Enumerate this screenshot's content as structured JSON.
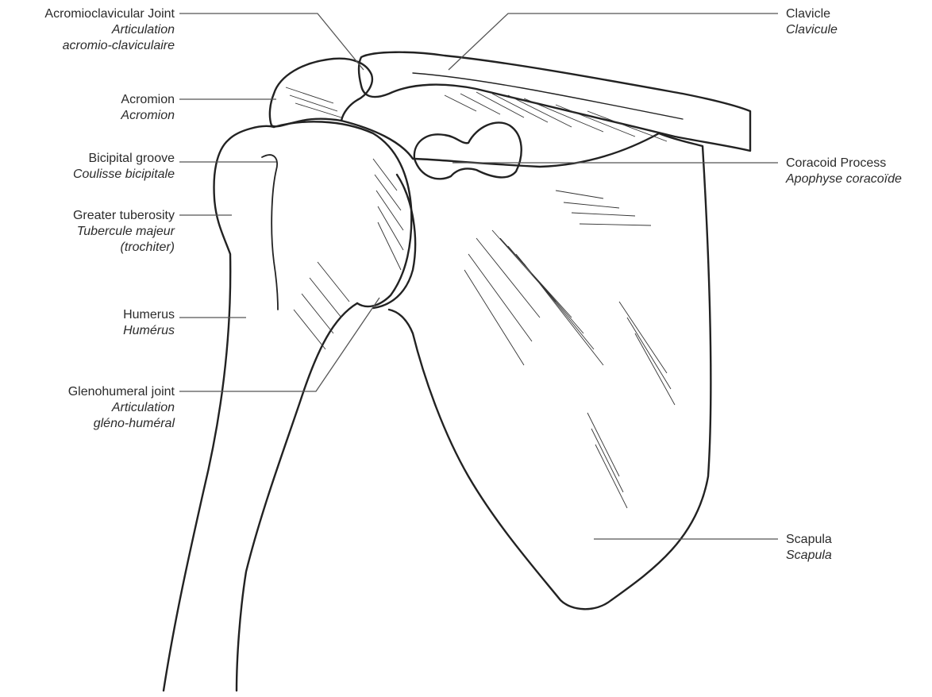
{
  "labels": {
    "acromioclavicular": {
      "en": "Acromioclavicular Joint",
      "fr_line1": "Articulation",
      "fr_line2": "acromio-claviculaire"
    },
    "acromion": {
      "en": "Acromion",
      "fr": "Acromion"
    },
    "bicipital": {
      "en": "Bicipital groove",
      "fr": "Coulisse bicipitale"
    },
    "greater_tuberosity": {
      "en": "Greater tuberosity",
      "fr_line1": "Tubercule majeur",
      "fr_line2": "(trochiter)"
    },
    "humerus": {
      "en": "Humerus",
      "fr": "Humérus"
    },
    "glenohumeral": {
      "en": "Glenohumeral joint",
      "fr_line1": "Articulation",
      "fr_line2": "gléno-huméral"
    },
    "clavicle": {
      "en": "Clavicle",
      "fr": "Clavicule"
    },
    "coracoid": {
      "en": "Coracoid Process",
      "fr": "Apophyse coracoïde"
    },
    "scapula": {
      "en": "Scapula",
      "fr": "Scapula"
    }
  },
  "colors": {
    "ink": "#2b2b2b",
    "leader": "#555555",
    "background": "#ffffff"
  }
}
